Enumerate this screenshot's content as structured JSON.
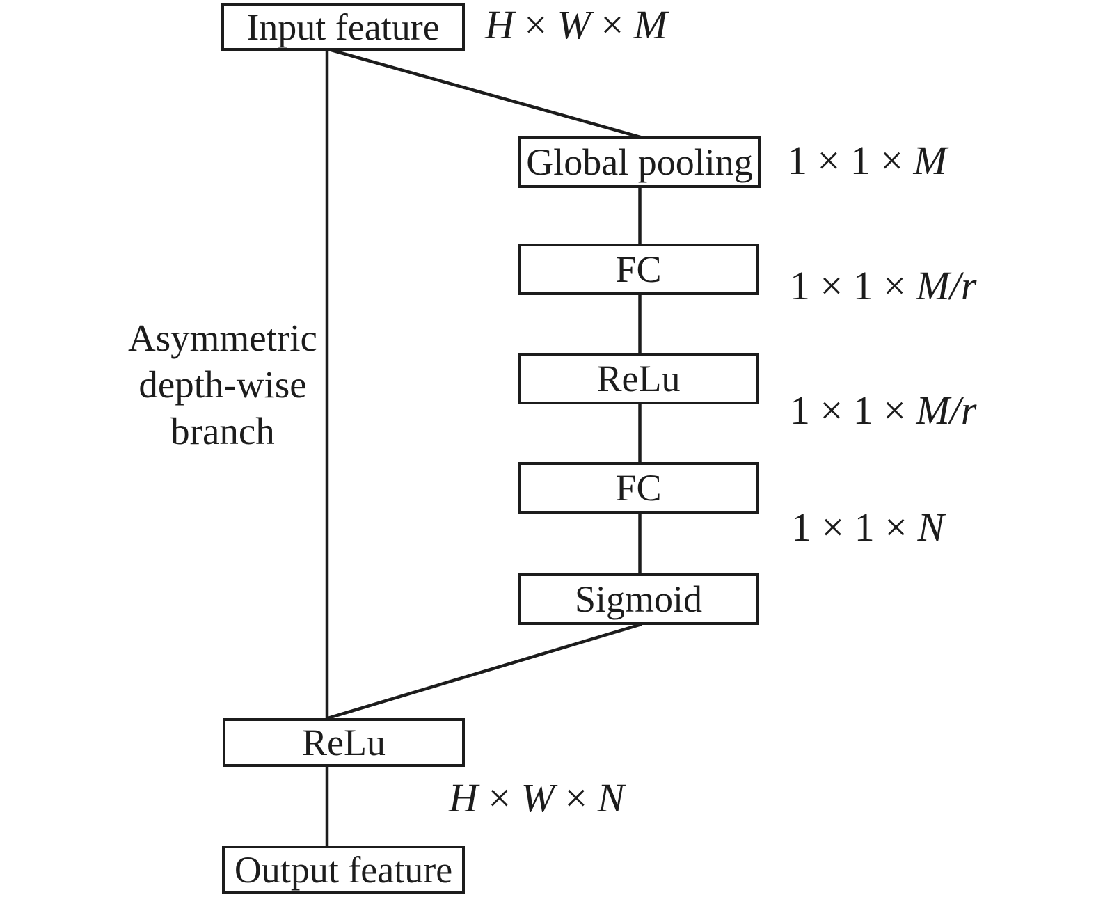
{
  "diagram": {
    "background": "#ffffff",
    "line_color": "#1c1c1c",
    "text_color": "#1c1c1c",
    "nodes": {
      "input_feature": {
        "label": "Input feature"
      },
      "global_pooling": {
        "label": "Global pooling"
      },
      "fc_1": {
        "label": "FC"
      },
      "relu_squeeze": {
        "label": "ReLu"
      },
      "fc_2": {
        "label": "FC"
      },
      "sigmoid": {
        "label": "Sigmoid"
      },
      "relu_main": {
        "label": "ReLu"
      },
      "output_feature": {
        "label": "Output feature"
      }
    },
    "branch_label": {
      "lines": [
        "Asymmetric",
        "depth-wise",
        "branch"
      ]
    },
    "dims": {
      "input_feature": {
        "text": "H × W × M",
        "segments": [
          {
            "t": "H",
            "var": true
          },
          {
            "t": " × "
          },
          {
            "t": "W",
            "var": true
          },
          {
            "t": " × "
          },
          {
            "t": "M",
            "var": true
          }
        ]
      },
      "global_pooling": {
        "text": "1 × 1 × M",
        "segments": [
          {
            "t": "1"
          },
          {
            "t": " × "
          },
          {
            "t": "1"
          },
          {
            "t": " × "
          },
          {
            "t": "M",
            "var": true
          }
        ]
      },
      "fc_1": {
        "text": "1 × 1 × M/r",
        "segments": [
          {
            "t": "1"
          },
          {
            "t": " × "
          },
          {
            "t": "1"
          },
          {
            "t": " × "
          },
          {
            "t": "M/r",
            "var": true
          }
        ]
      },
      "relu_squeeze": {
        "text": "1 × 1 × M/r",
        "segments": [
          {
            "t": "1"
          },
          {
            "t": " × "
          },
          {
            "t": "1"
          },
          {
            "t": " × "
          },
          {
            "t": "M/r",
            "var": true
          }
        ]
      },
      "fc_2": {
        "text": "1 × 1 × N",
        "segments": [
          {
            "t": "1"
          },
          {
            "t": " × "
          },
          {
            "t": "1"
          },
          {
            "t": " × "
          },
          {
            "t": "N",
            "var": true
          }
        ]
      },
      "output_feature": {
        "text": "H × W × N",
        "segments": [
          {
            "t": "H",
            "var": true
          },
          {
            "t": " × "
          },
          {
            "t": "W",
            "var": true
          },
          {
            "t": " × "
          },
          {
            "t": "N",
            "var": true
          }
        ]
      }
    }
  }
}
